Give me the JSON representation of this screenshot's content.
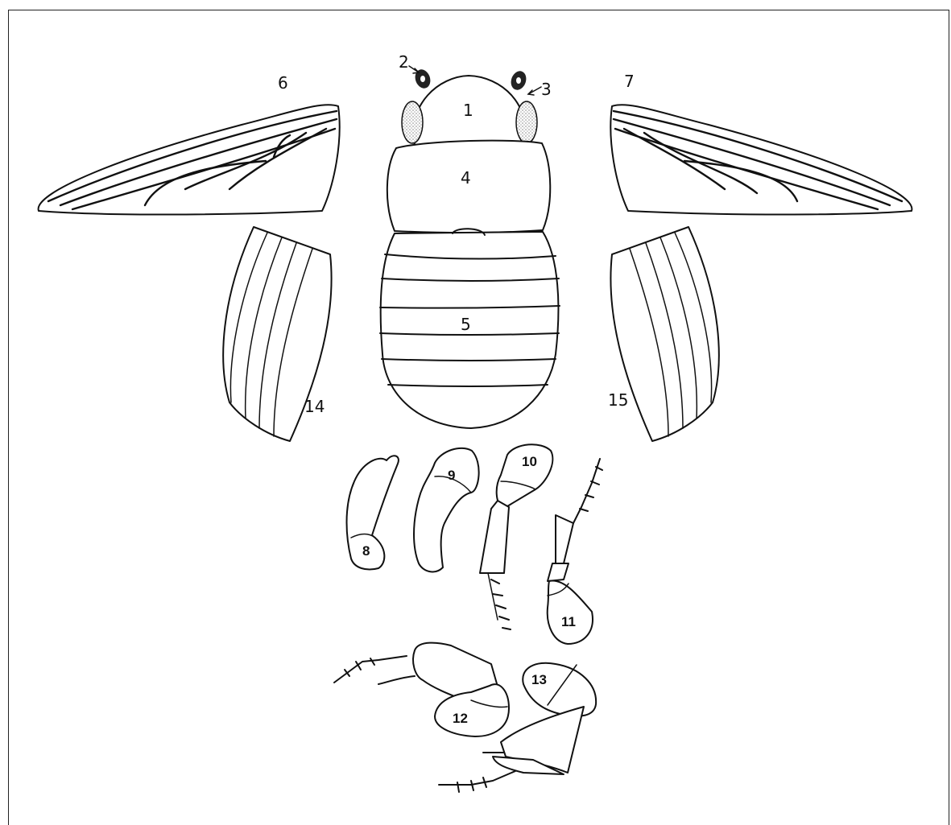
{
  "labels": {
    "l1": "1",
    "l2": "2",
    "l3": "3",
    "l4": "4",
    "l5": "5",
    "l6": "6",
    "l7": "7",
    "l8": "8",
    "l9": "9",
    "l10": "10",
    "l11": "11",
    "l12": "12",
    "l13": "13",
    "l14": "14",
    "l15": "15"
  },
  "colors": {
    "line": "#111111",
    "eye_stipple": "#bdbdbd",
    "background": "#ffffff"
  }
}
